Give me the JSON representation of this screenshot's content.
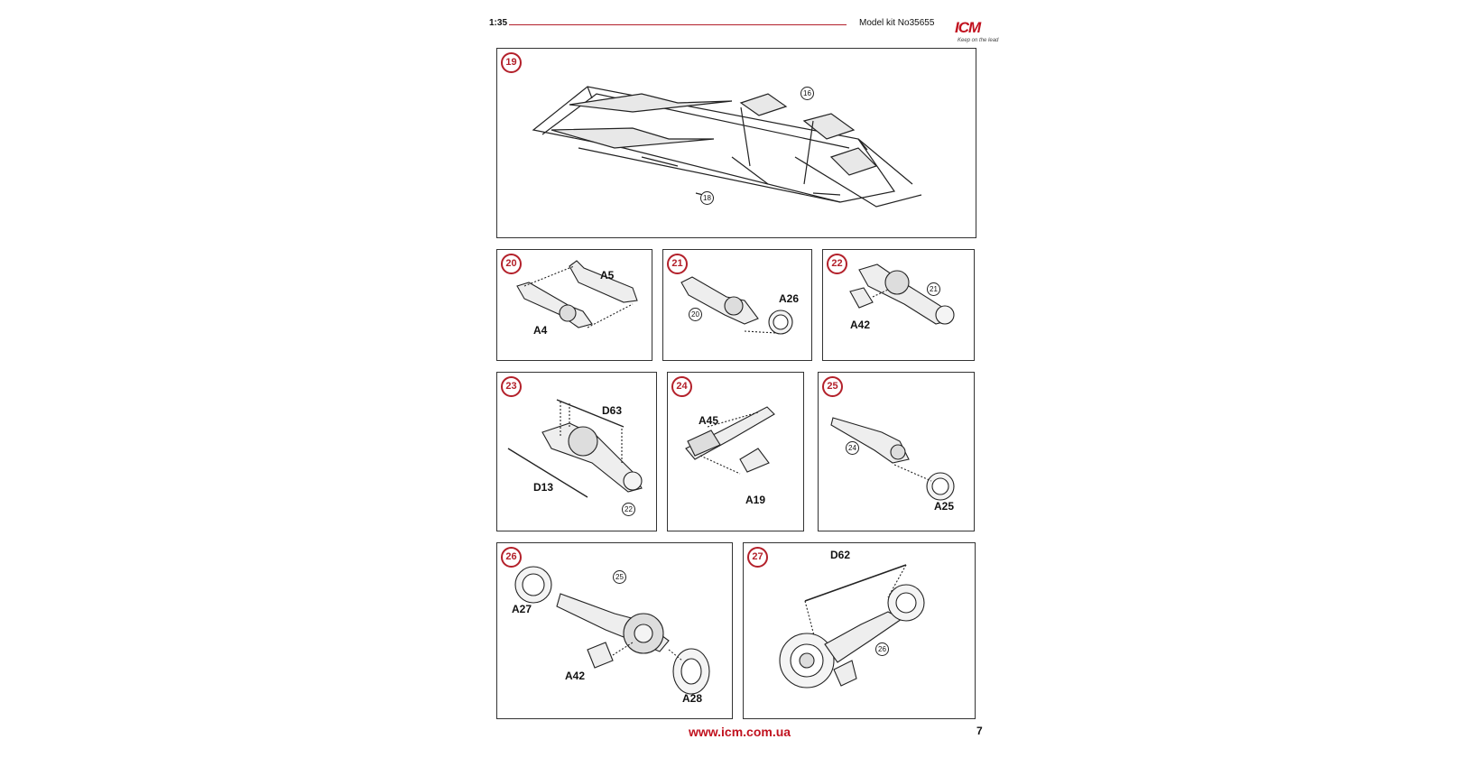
{
  "header": {
    "scale": "1:35",
    "model": "Model kit No35655",
    "logo": "ICM",
    "logo_tagline": "Keep on the lead"
  },
  "steps": [
    {
      "number": "19",
      "labels": [],
      "refs": [
        "16",
        "18"
      ]
    },
    {
      "number": "20",
      "labels": [
        "A5",
        "A4"
      ],
      "refs": []
    },
    {
      "number": "21",
      "labels": [
        "A26"
      ],
      "refs": [
        "20"
      ]
    },
    {
      "number": "22",
      "labels": [
        "A42"
      ],
      "refs": [
        "21"
      ]
    },
    {
      "number": "23",
      "labels": [
        "D63",
        "D13"
      ],
      "refs": [
        "22"
      ]
    },
    {
      "number": "24",
      "labels": [
        "A45",
        "A19"
      ],
      "refs": []
    },
    {
      "number": "25",
      "labels": [
        "A25"
      ],
      "refs": [
        "24"
      ]
    },
    {
      "number": "26",
      "labels": [
        "A27",
        "A42",
        "A28"
      ],
      "refs": [
        "25"
      ]
    },
    {
      "number": "27",
      "labels": [
        "D62"
      ],
      "refs": [
        "26"
      ]
    }
  ],
  "footer": {
    "url": "www.icm.com.ua",
    "page_number": "7"
  },
  "colors": {
    "accent": "#b3202a",
    "footer_url": "#c1121f",
    "border": "#333333"
  }
}
